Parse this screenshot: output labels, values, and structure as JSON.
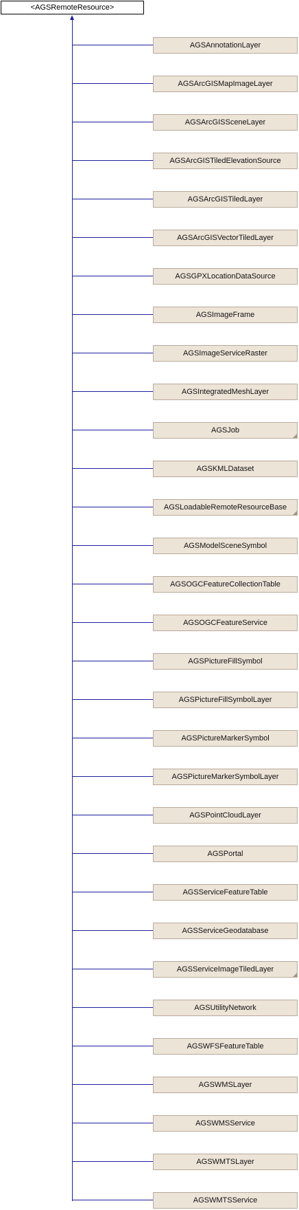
{
  "root": {
    "label": "<AGSRemoteResource>"
  },
  "colors": {
    "connector": "#1f1f9b",
    "node_fill": "#ede4d8",
    "node_border": "#b8a99a",
    "root_border": "#000000"
  },
  "nodes": [
    {
      "label": "AGSAnnotationLayer",
      "has_more": false
    },
    {
      "label": "AGSArcGISMapImageLayer",
      "has_more": false
    },
    {
      "label": "AGSArcGISSceneLayer",
      "has_more": false
    },
    {
      "label": "AGSArcGISTiledElevationSource",
      "has_more": false
    },
    {
      "label": "AGSArcGISTiledLayer",
      "has_more": false
    },
    {
      "label": "AGSArcGISVectorTiledLayer",
      "has_more": false
    },
    {
      "label": "AGSGPXLocationDataSource",
      "has_more": false
    },
    {
      "label": "AGSImageFrame",
      "has_more": false
    },
    {
      "label": "AGSImageServiceRaster",
      "has_more": false
    },
    {
      "label": "AGSIntegratedMeshLayer",
      "has_more": false
    },
    {
      "label": "AGSJob",
      "has_more": true
    },
    {
      "label": "AGSKMLDataset",
      "has_more": false
    },
    {
      "label": "AGSLoadableRemoteResourceBase",
      "has_more": true
    },
    {
      "label": "AGSModelSceneSymbol",
      "has_more": false
    },
    {
      "label": "AGSOGCFeatureCollectionTable",
      "has_more": false
    },
    {
      "label": "AGSOGCFeatureService",
      "has_more": false
    },
    {
      "label": "AGSPictureFillSymbol",
      "has_more": false
    },
    {
      "label": "AGSPictureFillSymbolLayer",
      "has_more": false
    },
    {
      "label": "AGSPictureMarkerSymbol",
      "has_more": false
    },
    {
      "label": "AGSPictureMarkerSymbolLayer",
      "has_more": false
    },
    {
      "label": "AGSPointCloudLayer",
      "has_more": false
    },
    {
      "label": "AGSPortal",
      "has_more": false
    },
    {
      "label": "AGSServiceFeatureTable",
      "has_more": false
    },
    {
      "label": "AGSServiceGeodatabase",
      "has_more": false
    },
    {
      "label": "AGSServiceImageTiledLayer",
      "has_more": true
    },
    {
      "label": "AGSUtilityNetwork",
      "has_more": false
    },
    {
      "label": "AGSWFSFeatureTable",
      "has_more": false
    },
    {
      "label": "AGSWMSLayer",
      "has_more": false
    },
    {
      "label": "AGSWMSService",
      "has_more": false
    },
    {
      "label": "AGSWMTSLayer",
      "has_more": false
    },
    {
      "label": "AGSWMTSService",
      "has_more": false
    }
  ]
}
